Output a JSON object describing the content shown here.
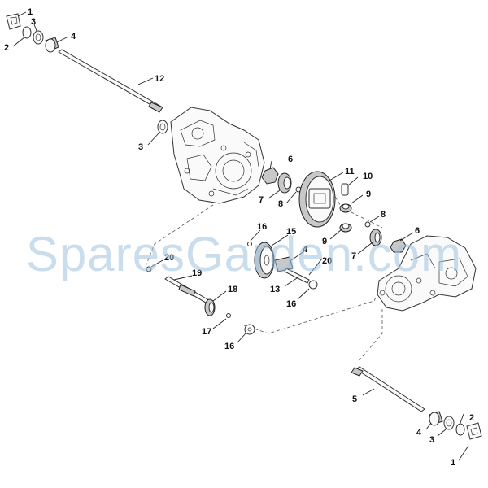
{
  "watermark": "SparesGarden.com",
  "callouts": [
    "1",
    "2",
    "3",
    "4",
    "12",
    "3",
    "6",
    "7",
    "8",
    "11",
    "10",
    "9",
    "8",
    "9",
    "7",
    "6",
    "16",
    "15",
    "4",
    "20",
    "20",
    "19",
    "18",
    "13",
    "16",
    "17",
    "16",
    "5",
    "2",
    "4",
    "3",
    "1"
  ]
}
